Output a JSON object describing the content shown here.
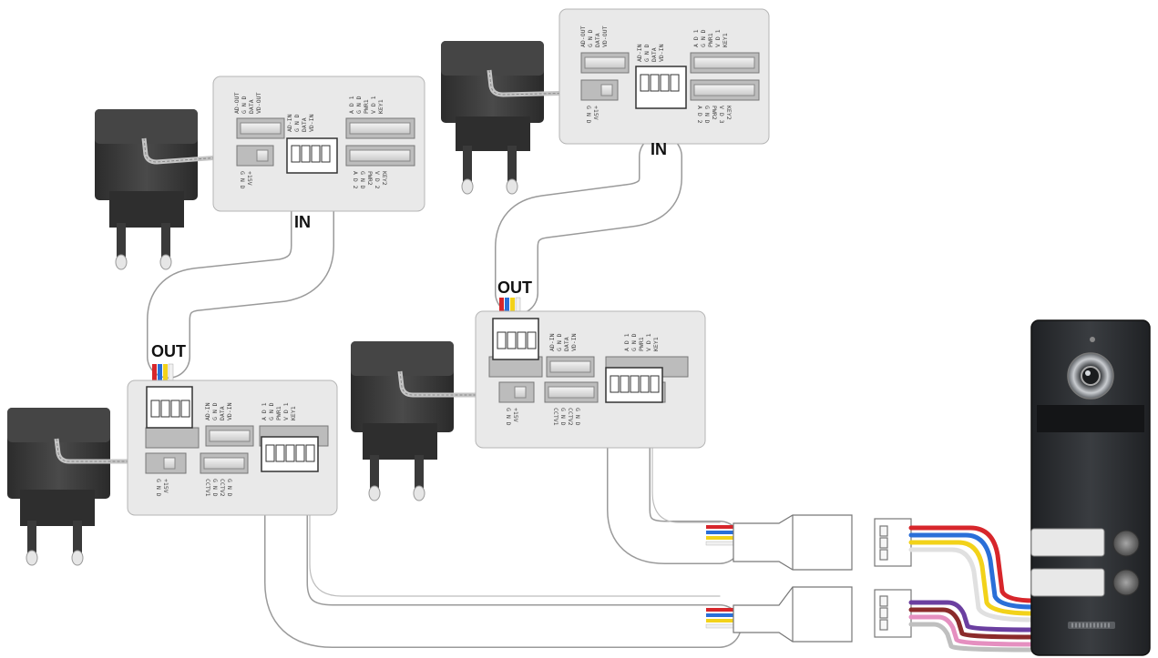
{
  "labels": {
    "in": "IN",
    "out": "OUT"
  },
  "pins": {
    "ad_group": [
      "AD-IN",
      "G N D",
      "DATA",
      "VD-IN"
    ],
    "ad_out_group": [
      "AD-OUT",
      "G N D",
      "DATA",
      "VD-OUT"
    ],
    "key1_group": [
      "A D 1",
      "G N D",
      "PWR1",
      "V D 1",
      "KEY1"
    ],
    "key2_group": [
      "A D 2",
      "G N D",
      "PWR2",
      "V D 2",
      "KEY2"
    ],
    "key3_group": [
      "A D 2",
      "G N D",
      "PWR2",
      "V D 3",
      "KEY2"
    ],
    "power_group": [
      "G N D",
      "+15V"
    ],
    "cctv_group": [
      "CCTV1",
      "G N D",
      "CCTV2",
      "G N D"
    ]
  },
  "colors": {
    "wire_red": "#d7262b",
    "wire_blue": "#2a6fd8",
    "wire_yellow": "#f2d21a",
    "wire_white": "#f0f0f0",
    "wire_purple": "#6b3fa0",
    "wire_pink": "#e58fc0",
    "board": "#e9e9e9",
    "adapter": "#3b3b3b",
    "panel": "#2b2d30"
  }
}
